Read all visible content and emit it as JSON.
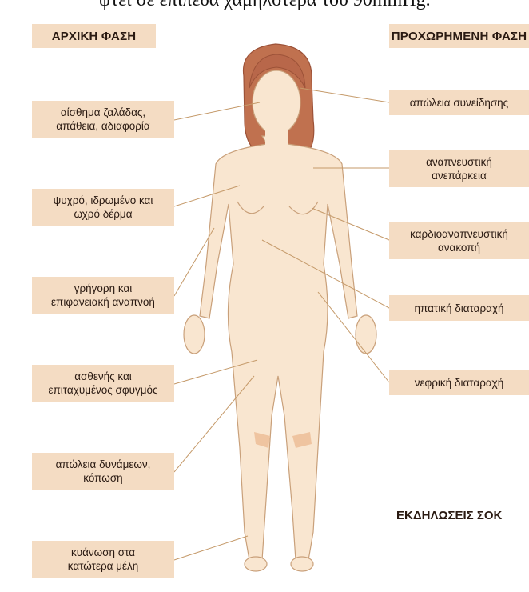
{
  "caption": "ψτει σε επίπεδα χαμηλότερα του 90mmHg.",
  "headers": {
    "left": "ΑΡΧΙΚΗ ΦΑΣΗ",
    "right": "ΠΡΟΧΩΡΗΜΕΝΗ ΦΑΣΗ"
  },
  "left_labels": [
    {
      "line1": "αίσθημα ζαλάδας,",
      "line2": "απάθεια, αδιαφορία"
    },
    {
      "line1": "ψυχρό, ιδρωμένο και",
      "line2": "ωχρό δέρμα"
    },
    {
      "line1": "γρήγορη και",
      "line2": "επιφανειακή αναπνοή"
    },
    {
      "line1": "ασθενής και",
      "line2": "επιταχυμένος σφυγμός"
    },
    {
      "line1": "απώλεια δυνάμεων,",
      "line2": "κόπωση"
    },
    {
      "line1": "κυάνωση στα",
      "line2": "κατώτερα μέλη"
    }
  ],
  "right_labels": [
    {
      "line1": "απώλεια συνείδησης",
      "line2": ""
    },
    {
      "line1": "αναπνευστική",
      "line2": "ανεπάρκεια"
    },
    {
      "line1": "καρδιοαναπνευστική",
      "line2": "ανακοπή"
    },
    {
      "line1": "ηπατική διαταραχή",
      "line2": ""
    },
    {
      "line1": "νεφρική διαταραχή",
      "line2": ""
    }
  ],
  "footer_title": "ΕΚΔΗΛΩΣΕΙΣ ΣΟΚ",
  "colors": {
    "box": "#f4dcc3",
    "skin": "#f9e6d0",
    "outline": "#c9a07a",
    "hair": "#b8674a",
    "leader": "#c59a6a"
  }
}
